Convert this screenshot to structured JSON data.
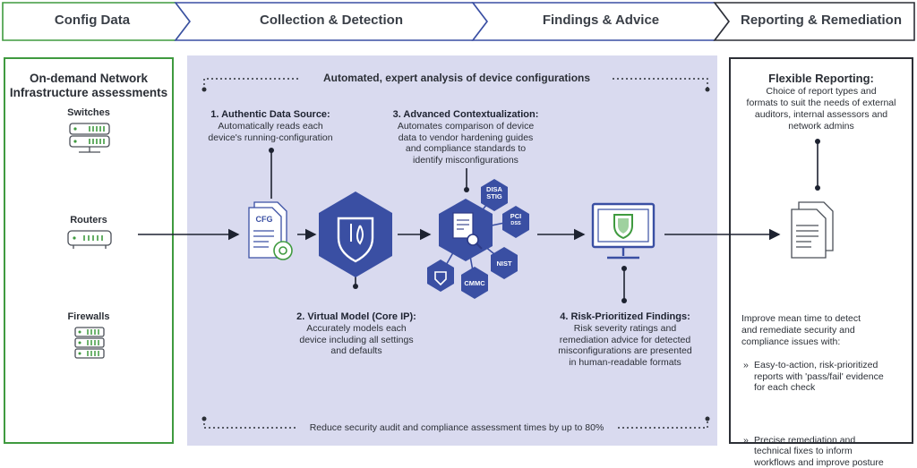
{
  "stages": [
    {
      "label": "Config Data"
    },
    {
      "label": "Collection & Detection"
    },
    {
      "label": "Findings & Advice"
    },
    {
      "label": "Reporting & Remediation"
    }
  ],
  "left_panel": {
    "title_line1": "On-demand Network",
    "title_line2": "Infrastructure assessments",
    "devices": [
      {
        "label": "Switches",
        "icon": "switch-icon"
      },
      {
        "label": "Routers",
        "icon": "router-icon"
      },
      {
        "label": "Firewalls",
        "icon": "firewall-icon"
      }
    ]
  },
  "middle_panel": {
    "banner": "Automated, expert analysis of device configurations",
    "footer": "Reduce security audit and compliance assessment times by up to 80%",
    "steps": [
      {
        "title": "1. Authentic Data Source:",
        "body": [
          "Automatically reads each",
          "device's running-configuration"
        ]
      },
      {
        "title": "2. Virtual Model (Core IP):",
        "body": [
          "Accurately models each",
          "device including all settings",
          "and defaults"
        ]
      },
      {
        "title": "3. Advanced Contextualization:",
        "body": [
          "Automates comparison of device",
          "data to vendor hardening guides",
          "and compliance standards to",
          "identify misconfigurations"
        ]
      },
      {
        "title": "4. Risk-Prioritized Findings:",
        "body": [
          "Risk severity ratings and",
          "remediation advice for detected",
          "misconfigurations are presented",
          "in human-readable formats"
        ]
      }
    ],
    "cfg_label": "CFG",
    "standards": [
      {
        "label": "DISA",
        "sub": "STIG"
      },
      {
        "label": "PCI",
        "sub": "DSS"
      },
      {
        "label": "NIST"
      },
      {
        "label": "CMMC"
      }
    ]
  },
  "right_panel": {
    "title": "Flexible Reporting:",
    "body": [
      "Choice of report types and",
      "formats to suit the needs of external",
      "auditors, internal assessors and",
      "network admins"
    ],
    "para": [
      "Improve mean time to detect",
      "and remediate security and",
      "compliance issues with:"
    ],
    "bullets": [
      {
        "mark": "»",
        "lines": [
          "Easy-to-action, risk-prioritized",
          "reports with 'pass/fail' evidence",
          "for each check"
        ]
      },
      {
        "mark": "»",
        "lines": [
          "Precise remediation and",
          "technical fixes to inform",
          "workflows and improve posture"
        ]
      }
    ]
  },
  "colors": {
    "green": "#3f9a3f",
    "blue": "#3a4fa3",
    "navy": "#2c3a86",
    "panel": "#d9daef",
    "dark": "#2b2f36"
  }
}
